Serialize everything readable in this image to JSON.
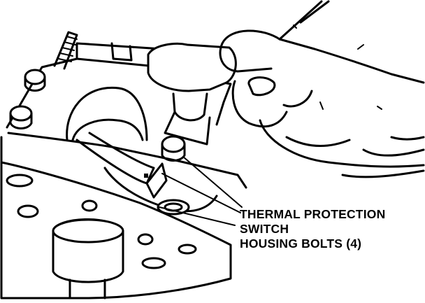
{
  "diagram": {
    "callout": {
      "lines": [
        "THERMAL PROTECTION",
        "SWITCH",
        "HOUSING BOLTS (4)"
      ]
    },
    "colors": {
      "ink": "#000000",
      "paper": "#ffffff"
    },
    "parts": [
      "compressor-housing",
      "housing-bolt",
      "thermal-protection-switch",
      "ratchet-wrench",
      "hand",
      "stud",
      "clutch-shaft-hub"
    ]
  }
}
